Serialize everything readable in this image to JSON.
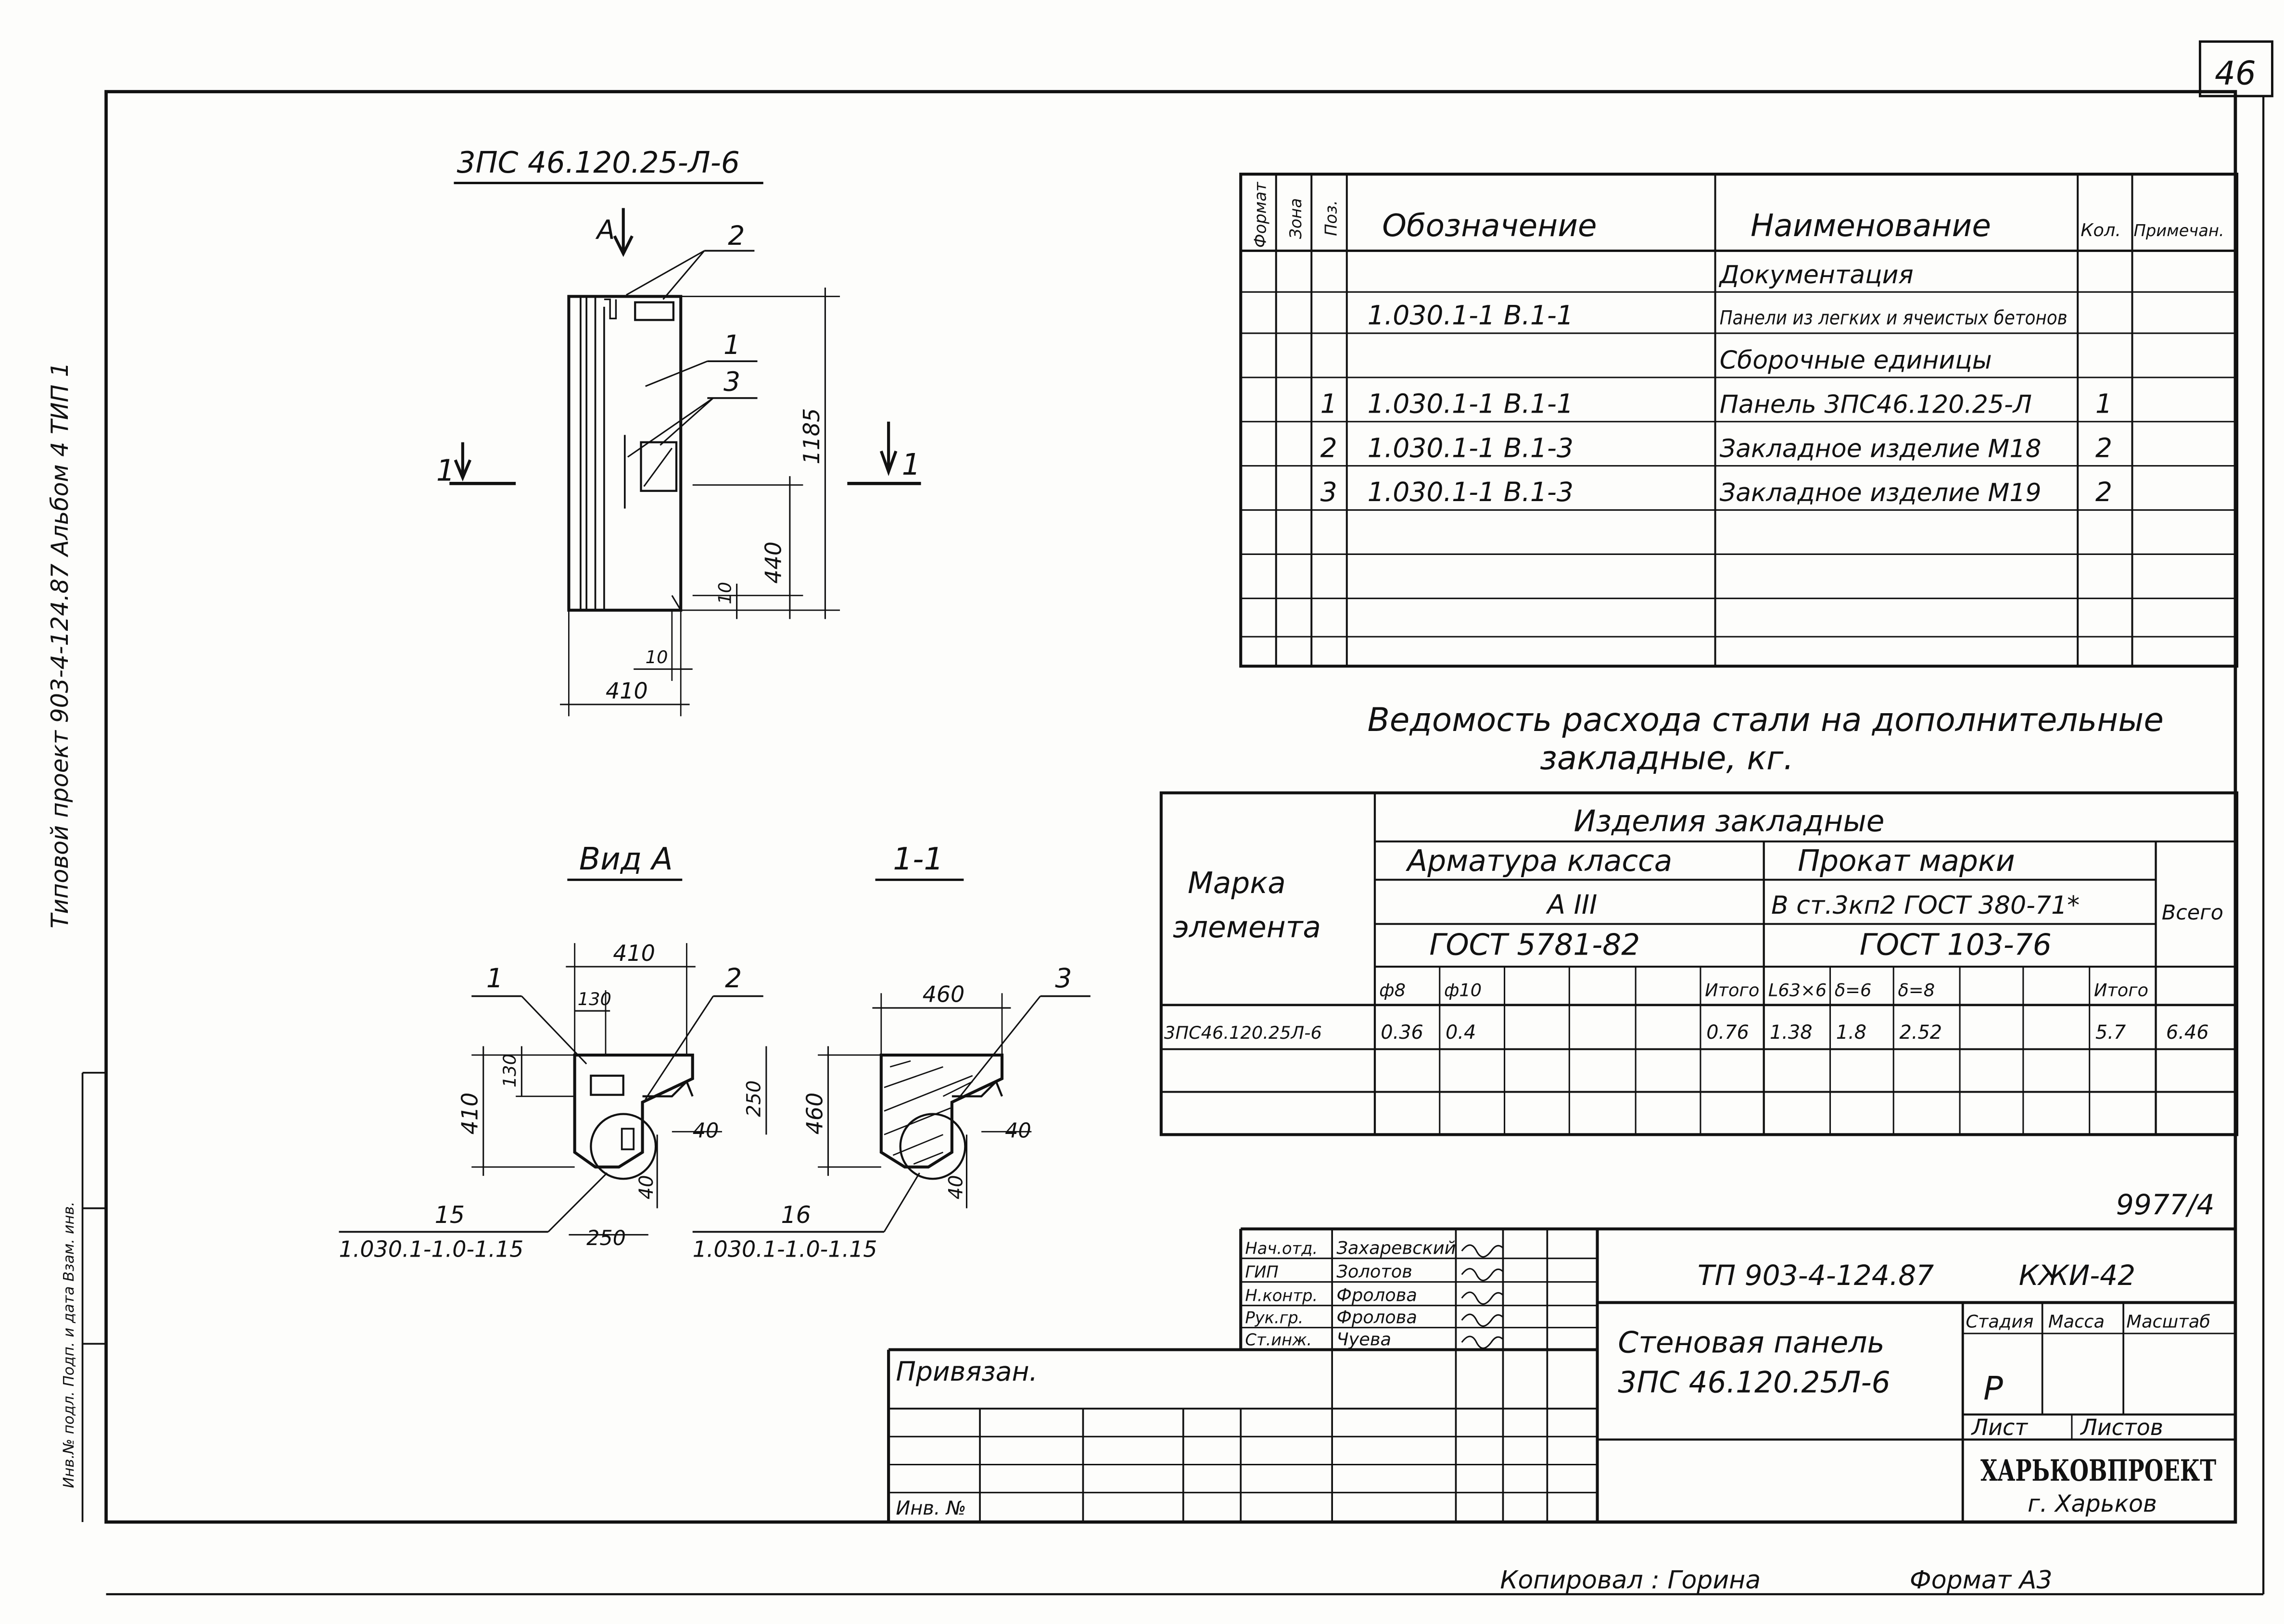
{
  "sheet": {
    "page_number": "46",
    "side_title": "Типовой проект 903-4-124.87  Альбом 4 ТИП 1",
    "side_stamp": "Инв.№ подл.   Подп. и дата   Взам. инв.",
    "copied_by": "Копировал : Горина",
    "format": "Формат  А3",
    "order_number": "9977/4"
  },
  "drawing": {
    "panel_mark": "3ПС 46.120.25-Л-6",
    "view_arrow_label": "А",
    "section_mark_left": "1",
    "section_mark_right": "1",
    "callout_1": "1",
    "callout_2": "2",
    "callout_3": "3",
    "dim_height": "1185",
    "dim_440": "440",
    "dim_10_vertical": "10",
    "dim_10_horizontal": "10",
    "dim_width": "410",
    "view_a_title": "Вид А",
    "section_title": "1-1",
    "view_a": {
      "dim_410_top": "410",
      "dim_130_top": "130",
      "dim_130_side": "130",
      "dim_410_side": "410",
      "dim_250_side": "250",
      "dim_40_right": "40",
      "dim_40_bottom": "40",
      "dim_250_bottom": "250",
      "detail_number": "15",
      "detail_ref": "1.030.1-1.0-1.15",
      "callout_1": "1",
      "callout_2": "2"
    },
    "section_1_1": {
      "dim_460_top": "460",
      "dim_460_side": "460",
      "dim_40_right": "40",
      "dim_40_bottom": "40",
      "detail_number": "16",
      "detail_ref": "1.030.1-1.0-1.15",
      "callout_3": "3"
    }
  },
  "spec_table": {
    "headers": {
      "format": "Формат",
      "zone": "Зона",
      "pos": "Поз.",
      "designation": "Обозначение",
      "name": "Наименование",
      "qty": "Кол.",
      "note": "Примечан."
    },
    "rows": [
      {
        "pos": "",
        "designation": "",
        "name": "Документация",
        "qty": ""
      },
      {
        "pos": "",
        "designation": "1.030.1-1 В.1-1",
        "name": "Панели из легких и ячеистых бетонов",
        "qty": ""
      },
      {
        "pos": "",
        "designation": "",
        "name": "Сборочные единицы",
        "qty": ""
      },
      {
        "pos": "1",
        "designation": "1.030.1-1 В.1-1",
        "name": "Панель 3ПС46.120.25-Л",
        "qty": "1"
      },
      {
        "pos": "2",
        "designation": "1.030.1-1 В.1-3",
        "name": "Закладное изделие М18",
        "qty": "2"
      },
      {
        "pos": "3",
        "designation": "1.030.1-1 В.1-3",
        "name": "Закладное изделие М19",
        "qty": "2"
      }
    ]
  },
  "steel_table": {
    "title_line1": "Ведомость расхода стали на дополнительные",
    "title_line2": "закладные, кг.",
    "mark_header_line1": "Марка",
    "mark_header_line2": "элемента",
    "group_header": "Изделия закладные",
    "rebar_header": "Арматура класса",
    "rebar_class": "А III",
    "rebar_gost": "ГОСТ 5781-82",
    "steel_header": "Прокат марки",
    "steel_grade": "В ст.3кп2 ГОСТ 380-71*",
    "steel_gost": "ГОСТ 103-76",
    "total_header": "Всего",
    "subheaders": [
      "ф8",
      "ф10",
      "",
      "",
      "",
      "Итого",
      "L63×6",
      "δ=6",
      "δ=8",
      "",
      "",
      "Итого"
    ],
    "row": {
      "mark": "3ПС46.120.25Л-6",
      "cells": [
        "0.36",
        "0.4",
        "",
        "",
        "",
        "0.76",
        "1.38",
        "1.8",
        "2.52",
        "",
        "",
        "5.7"
      ],
      "total": "6.46"
    }
  },
  "title_block": {
    "code": "ТП 903-4-124.87",
    "sheet_code": "КЖИ-42",
    "object_line1": "Стеновая панель",
    "object_line2": "3ПС 46.120.25Л-6",
    "stage_header": "Стадия",
    "mass_header": "Масса",
    "scale_header": "Масштаб",
    "stage_value": "Р",
    "sheet_header": "Лист",
    "sheets_header": "Листов",
    "organization": "ХАРЬКОВПРОЕКТ",
    "city": "г. Харьков",
    "bound_label": "Привязан.",
    "inv_label": "Инв. №",
    "staff": [
      {
        "role": "Нач.отд.",
        "name": "Захаревский"
      },
      {
        "role": "ГИП",
        "name": "Золотов"
      },
      {
        "role": "Н.контр.",
        "name": "Фролова"
      },
      {
        "role": "Рук.гр.",
        "name": "Фролова"
      },
      {
        "role": "Ст.инж.",
        "name": "Чуева"
      }
    ]
  }
}
